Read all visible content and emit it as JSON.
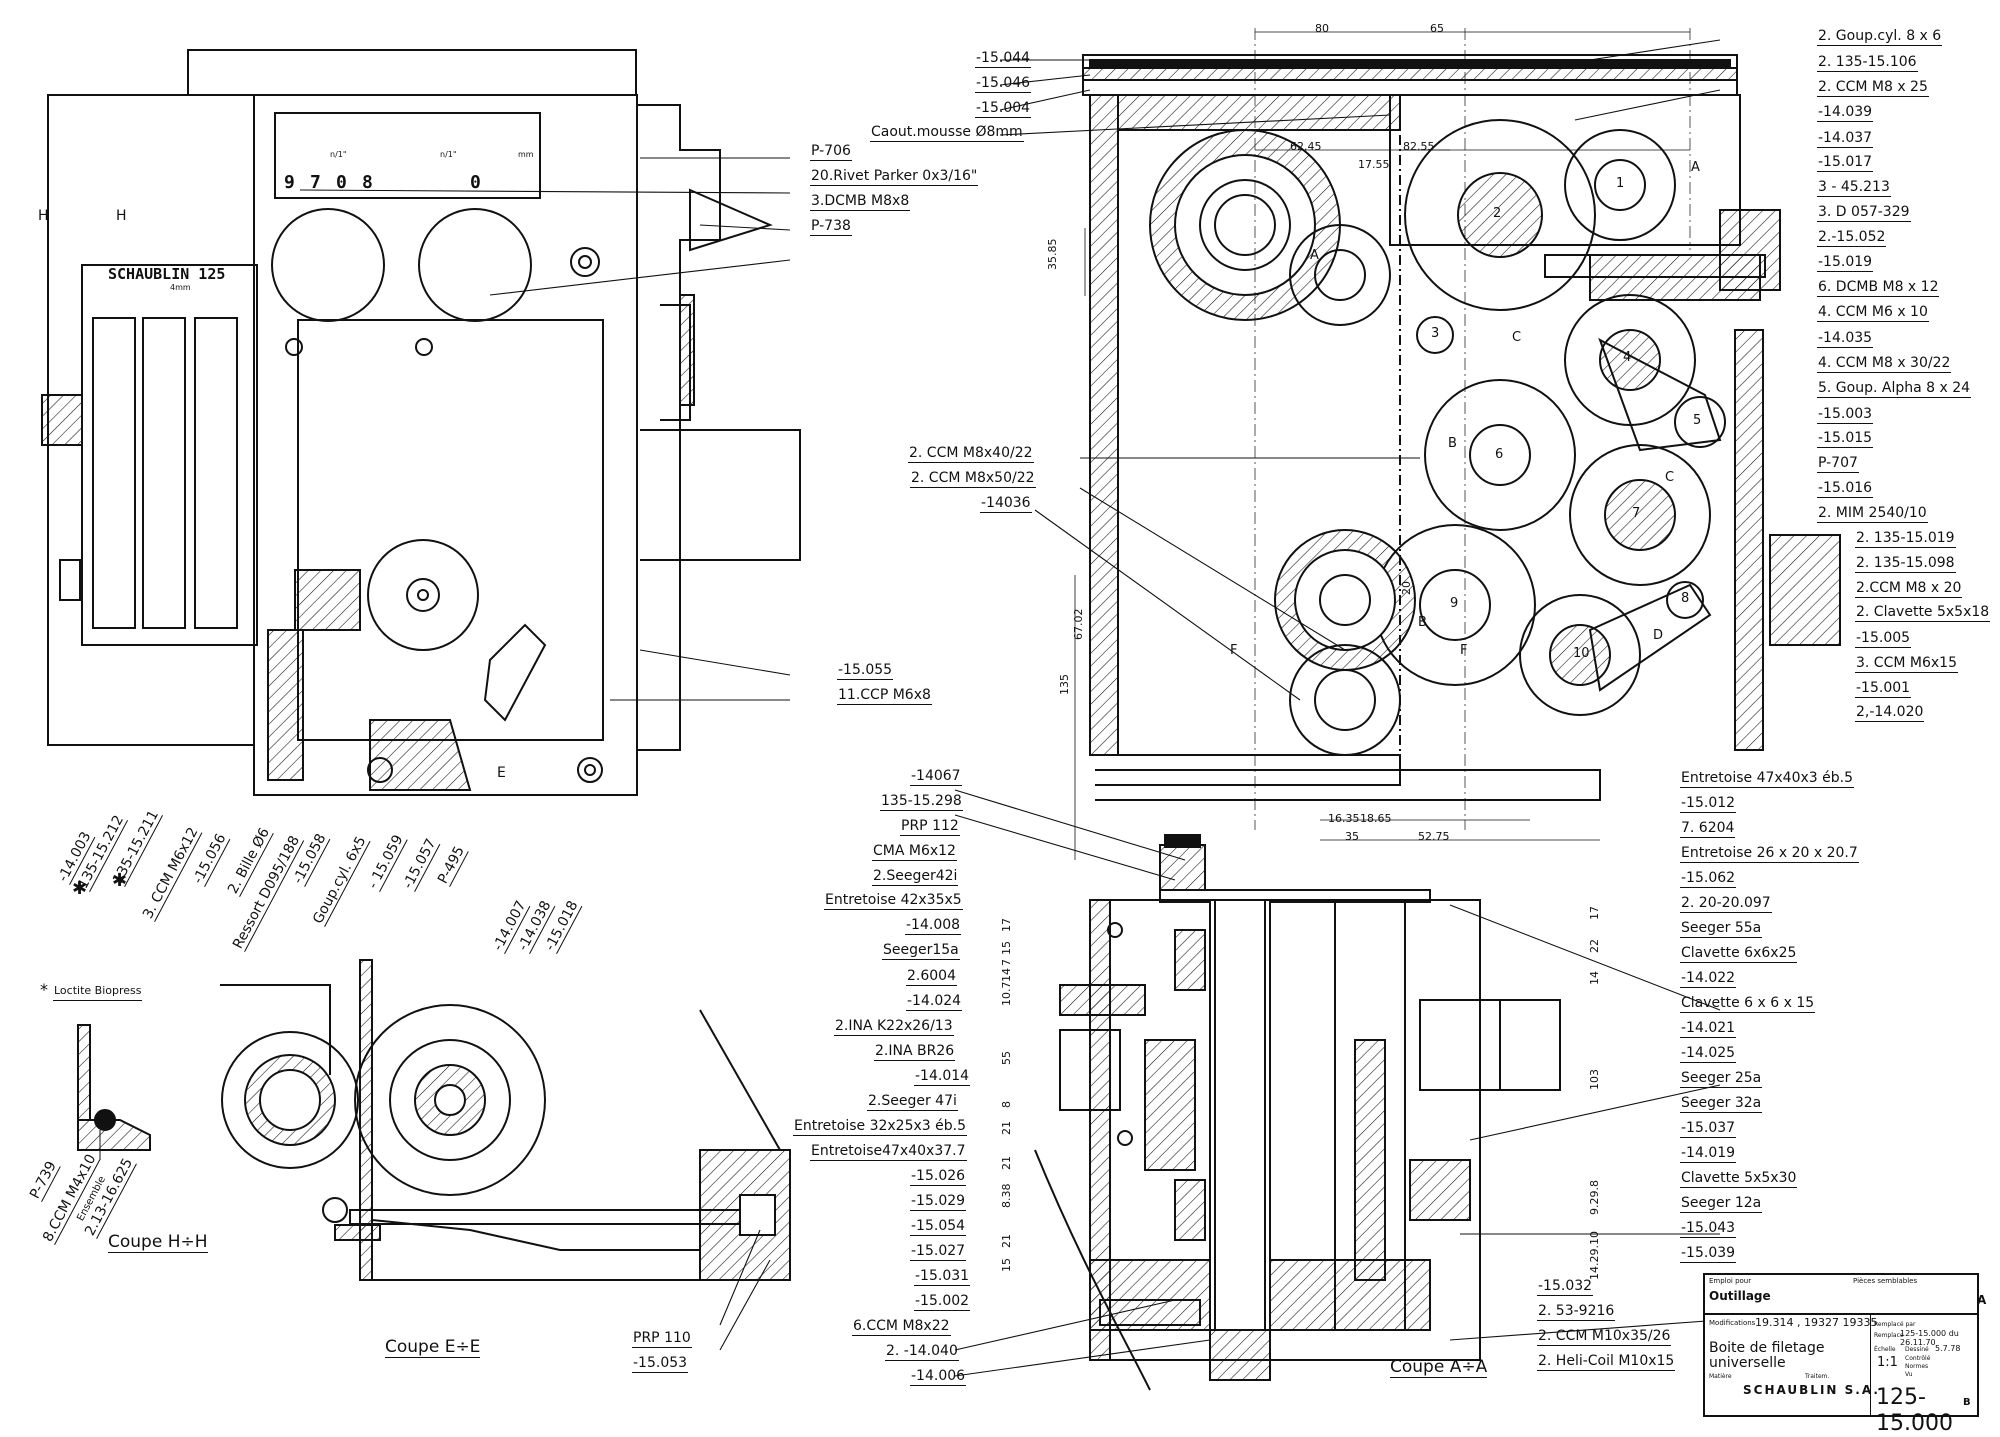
{
  "drawing": {
    "type": "mechanical assembly drawing",
    "machine_plate": {
      "brand": "SCHAUBLIN 125",
      "pitch_unit": "4mm",
      "dial_digits": [
        "9",
        "7",
        "0",
        "8"
      ],
      "dial_single": "0",
      "scale_units": [
        "n/1\"",
        "n/1\"",
        "mm"
      ]
    },
    "section_markers": [
      "H",
      "H",
      "E",
      "A",
      "A",
      "B",
      "B",
      "C",
      "C",
      "D",
      "F",
      "F"
    ],
    "gear_numbers": [
      "1",
      "2",
      "3",
      "4",
      "5",
      "6",
      "7",
      "8",
      "9",
      "10"
    ],
    "note": {
      "symbol": "*",
      "text": "Loctite Biopress"
    }
  },
  "callouts": {
    "front_view_right": [
      "P-706",
      "20.Rivet Parker 0x3/16\"",
      "3.DCMB M8x8",
      "P-738",
      "-15.055",
      "11.CCP M6x8"
    ],
    "front_view_bottom": [
      "-14.003",
      "135-15.212",
      "135-15.211",
      "3. CCM M6x12",
      "-15.056",
      "2. Bille Ø6",
      "Ressort D095/188",
      "-15.058",
      "Goup.cyl. 6x5",
      "- 15.059",
      "-15.057",
      "P-495"
    ],
    "front_view_bottom_starred": [
      "135-15.212",
      "135-15.211"
    ],
    "section_ee_top": [
      "-14.007",
      "-14.038",
      "-15.018"
    ],
    "section_ee_right": [
      "PRP 110",
      "-15.053"
    ],
    "section_hh": [
      "P-739",
      "8.CCM M4x10",
      "Ensemble",
      "2.13-16.625"
    ],
    "top_view_left": [
      "-15.044",
      "-15.046",
      "-15.004",
      "Caout.mousse Ø8mm",
      "2. CCM M8x40/22",
      "2. CCM M8x50/22",
      "-14036"
    ],
    "top_view_right": [
      "2. Goup.cyl. 8 x 6",
      "2. 135-15.106",
      "2. CCM M8 x 25",
      "-14.039",
      "-14.037",
      "-15.017",
      "3 - 45.213",
      "3. D 057-329",
      "2.-15.052",
      "-15.019",
      "6. DCMB M8 x 12",
      "4. CCM M6 x 10",
      "-14.035",
      "4. CCM M8 x 30/22",
      "5. Goup. Alpha 8 x 24",
      "-15.003",
      "-15.015",
      "P-707",
      "-15.016",
      "2. MIM 2540/10",
      "2. 135-15.019",
      "2. 135-15.098",
      "2.CCM M8 x 20",
      "2. Clavette 5x5x18",
      "-15.005",
      "3. CCM M6x15",
      "-15.001",
      "2,-14.020"
    ],
    "section_aa_left": [
      "-14067",
      "135-15.298",
      "PRP 112",
      "CMA M6x12",
      "2.Seeger42i",
      "Entretoise 42x35x5",
      "-14.008",
      "Seeger15a",
      "2.6004",
      "-14.024",
      "2.INA K22x26/13",
      "2.INA BR26",
      "-14.014",
      "2.Seeger 47i",
      "Entretoise 32x25x3 éb.5",
      "Entretoise47x40x37.7",
      "-15.026",
      "-15.029",
      "-15.054",
      "-15.027",
      "-15.031",
      "-15.002",
      "6.CCM M8x22",
      "2. -14.040",
      "-14.006"
    ],
    "section_aa_right": [
      "Entretoise 47x40x3 éb.5",
      "-15.012",
      "7. 6204",
      "Entretoise 26 x 20 x 20.7",
      "-15.062",
      "2. 20-20.097",
      "Seeger 55a",
      "Clavette 6x6x25",
      "-14.022",
      "Clavette 6 x 6 x 15",
      "-14.021",
      "-14.025",
      "Seeger 25a",
      "Seeger 32a",
      "-15.037",
      "-14.019",
      "Clavette 5x5x30",
      "Seeger 12a",
      "-15.043",
      "-15.039",
      "-15.032",
      "2. 53-9216",
      "2. CCM M10x35/26",
      "2. Heli-Coil M10x15"
    ]
  },
  "view_titles": {
    "section_hh": "Coupe H÷H",
    "section_ee": "Coupe E÷E",
    "section_aa": "Coupe A÷A"
  },
  "dimensions": {
    "top": [
      "80",
      "65",
      "62.45",
      "17.55",
      "82.55",
      "35.85",
      "16.35",
      "18.65",
      "35",
      "52.75"
    ],
    "left_vertical": [
      "67.02",
      "135",
      "20"
    ],
    "section_aa_stack_left": [
      "17",
      "15",
      "7",
      "14",
      "10.7",
      "55",
      "8",
      "21",
      "21",
      "8.38",
      "21",
      "15"
    ],
    "section_aa_stack_right": [
      "17",
      "22",
      "14",
      "103",
      "9.29.8",
      "14.29.10"
    ]
  },
  "title_block": {
    "usage_label": "Emploi pour",
    "usage": "Outillage",
    "similar_parts_label": "Pièces semblables",
    "revision_letter": "A",
    "modifications_label": "Modifications",
    "modifications": "19.314 , 19327 19335",
    "replaced_by_label": "Remplacé par",
    "replaces_label": "Remplace",
    "replaces": "125-15.000 du 26.11.70",
    "title_line1": "Boite de filetage",
    "title_line2": "universelle",
    "material_label": "Matière",
    "treatment_label": "Traitem.",
    "scale_label": "Échelle",
    "scale": "1:1",
    "drawn_label": "Dessiné",
    "drawn": "5.7.78",
    "checked_label": "Contrôlé",
    "standard_label": "Normes",
    "seen_label": "Vu",
    "company": "SCHAUBLIN S.A.",
    "drawing_number": "125-15.000",
    "drawing_index": "B"
  }
}
